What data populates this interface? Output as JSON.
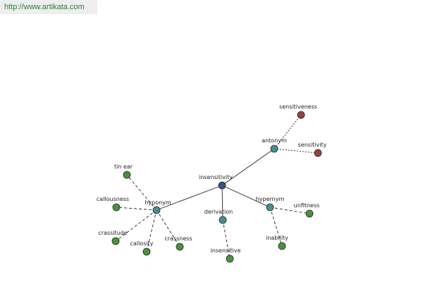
{
  "header": {
    "url": "http://www.artikata.com"
  },
  "colors": {
    "center": "#3b4f8c",
    "relation": "#4a8e8e",
    "leaf_green": "#4e8f3e",
    "leaf_red": "#9a3d48",
    "url_text": "#2e7d32"
  },
  "graph": {
    "center_word": "insensitivity",
    "relations": [
      {
        "id": "antonym",
        "label": "antonym"
      },
      {
        "id": "hyponym",
        "label": "hyponym"
      },
      {
        "id": "derivation",
        "label": "derivation"
      },
      {
        "id": "hypernym",
        "label": "hypernym"
      }
    ],
    "words": [
      {
        "id": "sensitiveness",
        "label": "sensitiveness",
        "relation": "antonym",
        "color": "red"
      },
      {
        "id": "sensitivity",
        "label": "sensitivity",
        "relation": "antonym",
        "color": "red"
      },
      {
        "id": "tin-ear",
        "label": "tin ear",
        "relation": "hyponym",
        "color": "green"
      },
      {
        "id": "callousness",
        "label": "callousness",
        "relation": "hyponym",
        "color": "green"
      },
      {
        "id": "crassitude",
        "label": "crassitude",
        "relation": "hyponym",
        "color": "green"
      },
      {
        "id": "callosity",
        "label": "callosity",
        "relation": "hyponym",
        "color": "green"
      },
      {
        "id": "crassness",
        "label": "crassness",
        "relation": "hyponym",
        "color": "green"
      },
      {
        "id": "insensitive",
        "label": "insensitive",
        "relation": "derivation",
        "color": "green"
      },
      {
        "id": "unfitness",
        "label": "unfitness",
        "relation": "hypernym",
        "color": "green"
      },
      {
        "id": "inability",
        "label": "inability",
        "relation": "hypernym",
        "color": "green"
      }
    ]
  }
}
